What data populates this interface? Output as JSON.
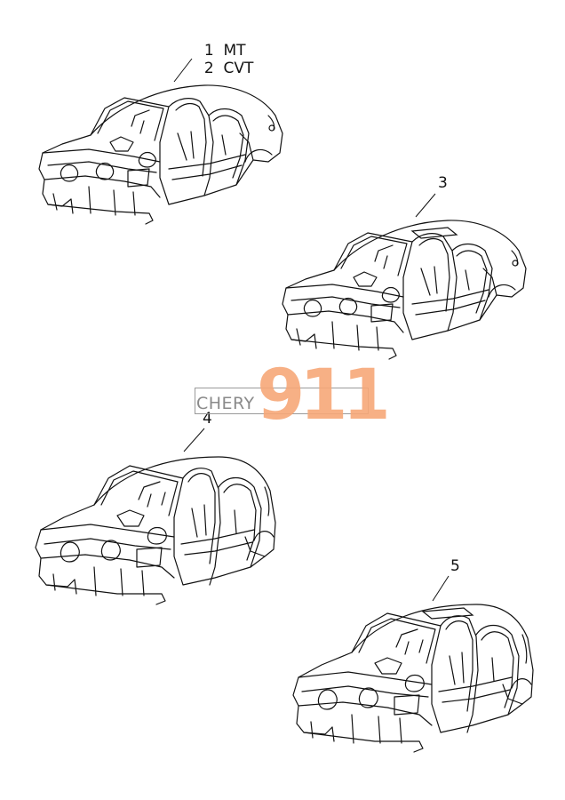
{
  "callouts": [
    {
      "num": "1",
      "text": "MT"
    },
    {
      "num": "2",
      "text": "CVT"
    },
    {
      "num": "3",
      "text": ""
    },
    {
      "num": "4",
      "text": ""
    },
    {
      "num": "5",
      "text": ""
    }
  ],
  "watermark": {
    "brand": "CHERY",
    "number": "911",
    "color": "#f7a878"
  }
}
